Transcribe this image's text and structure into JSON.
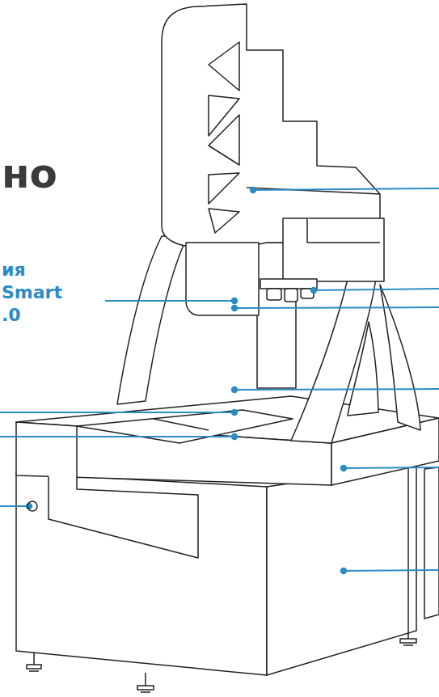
{
  "diagram": {
    "labels": [
      "но",
      "ия",
      "Smart",
      ".0"
    ]
  }
}
